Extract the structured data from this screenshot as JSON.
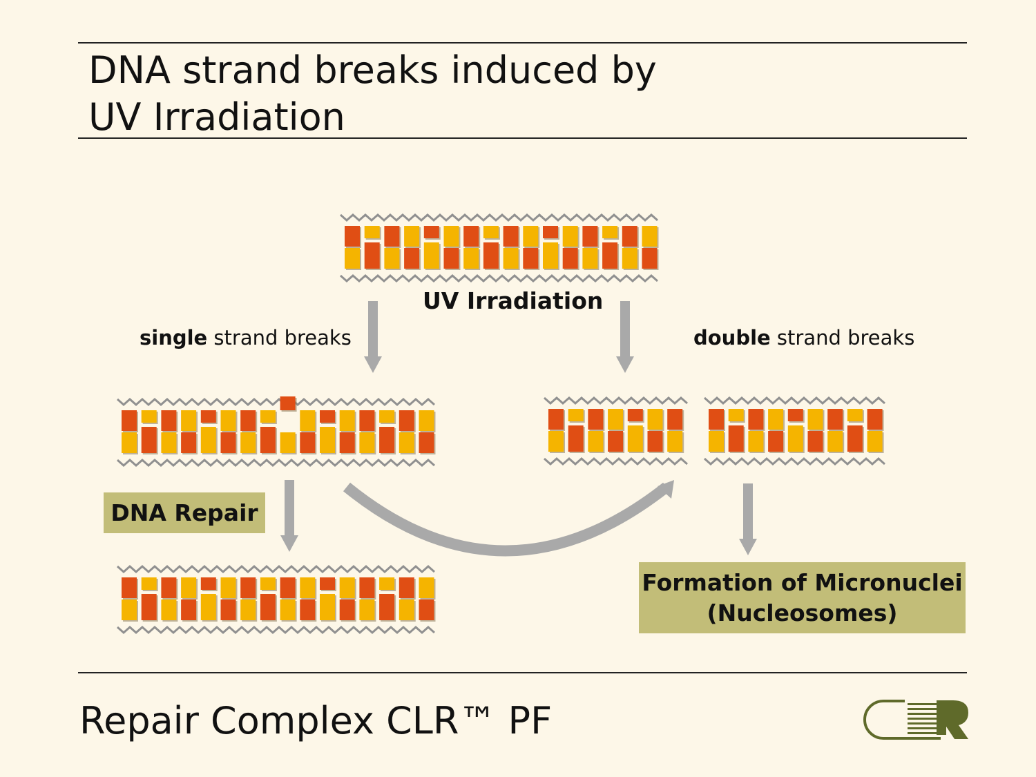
{
  "title": {
    "line1": "DNA strand breaks induced by",
    "line2": "UV Irradiation"
  },
  "diagram": {
    "top_label": "UV Irradiation",
    "single_label": {
      "bold": "single",
      "rest": " strand breaks"
    },
    "double_label": {
      "bold": "double",
      "rest": " strand breaks"
    },
    "repair_box": "DNA Repair",
    "micronuclei_box": {
      "line1": "Formation of Micronuclei",
      "line2": "(Nucleosomes)"
    }
  },
  "footer": {
    "text": "Repair Complex CLR™ PF"
  },
  "logo": {
    "icon": "company-logo-icon"
  },
  "colors": {
    "background": "#fdf7e8",
    "base_orange": "#e04e14",
    "base_yellow": "#f5b400",
    "backbone": "#909090",
    "arrow": "#a9a9a9",
    "label_box": "#c2bd78",
    "logo_green": "#5f6a2a"
  }
}
